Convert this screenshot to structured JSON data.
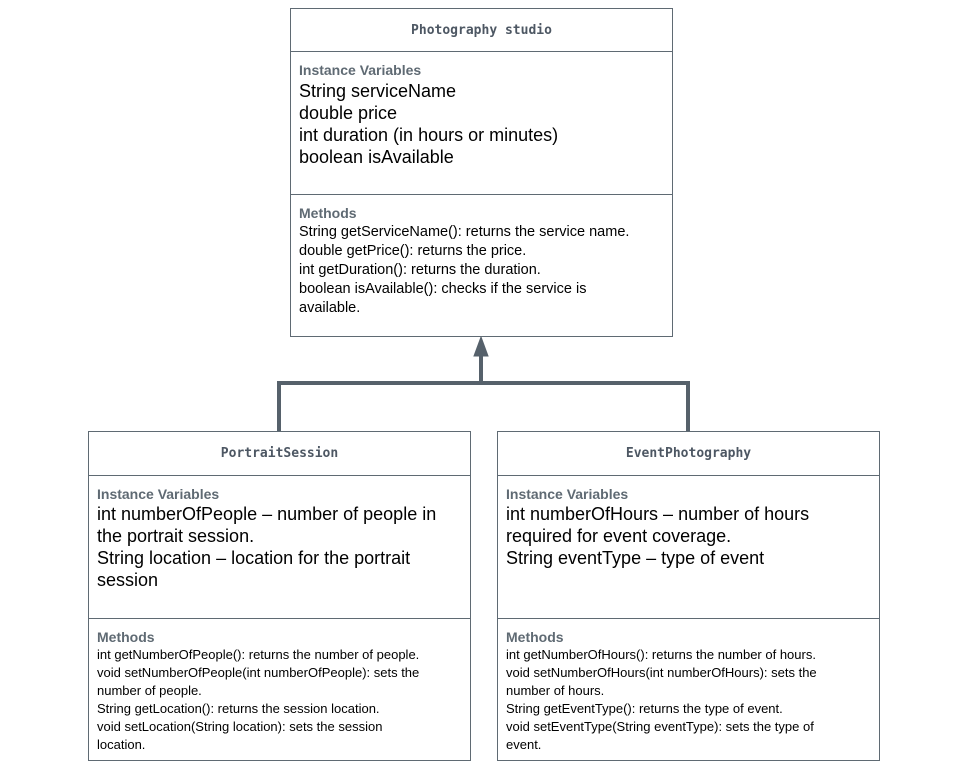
{
  "parent": {
    "title": "Photography studio",
    "vars_heading": "Instance Variables",
    "vars": [
      "String serviceName",
      "double price",
      "int duration (in hours or minutes)",
      "boolean isAvailable"
    ],
    "methods_heading": "Methods",
    "methods": [
      "String getServiceName(): returns the service name.",
      "double getPrice(): returns the price.",
      "int getDuration(): returns the duration.",
      "boolean isAvailable(): checks if the service is",
      "available."
    ]
  },
  "children": [
    {
      "title": "PortraitSession",
      "vars_heading": "Instance Variables",
      "vars": [
        "int numberOfPeople – number of people in",
        "the portrait session.",
        "String location – location for the portrait",
        "session"
      ],
      "methods_heading": "Methods",
      "methods": [
        "int getNumberOfPeople(): returns the number of people.",
        "void setNumberOfPeople(int numberOfPeople): sets the",
        "number of people.",
        "String getLocation(): returns the session location.",
        "void setLocation(String location): sets the session",
        "location."
      ]
    },
    {
      "title": "EventPhotography",
      "vars_heading": "Instance Variables",
      "vars": [
        "int numberOfHours – number of hours",
        "required for event coverage.",
        "String eventType – type of event"
      ],
      "methods_heading": "Methods",
      "methods": [
        "int getNumberOfHours(): returns the number of hours.",
        "void setNumberOfHours(int numberOfHours): sets the",
        "number of hours.",
        "String getEventType(): returns the type of event.",
        "void setEventType(String eventType): sets the type of",
        "event."
      ]
    }
  ],
  "colors": {
    "border": "#5f6a73",
    "heading": "#5f6a73",
    "title": "#4d5763",
    "connector": "#56616b"
  }
}
